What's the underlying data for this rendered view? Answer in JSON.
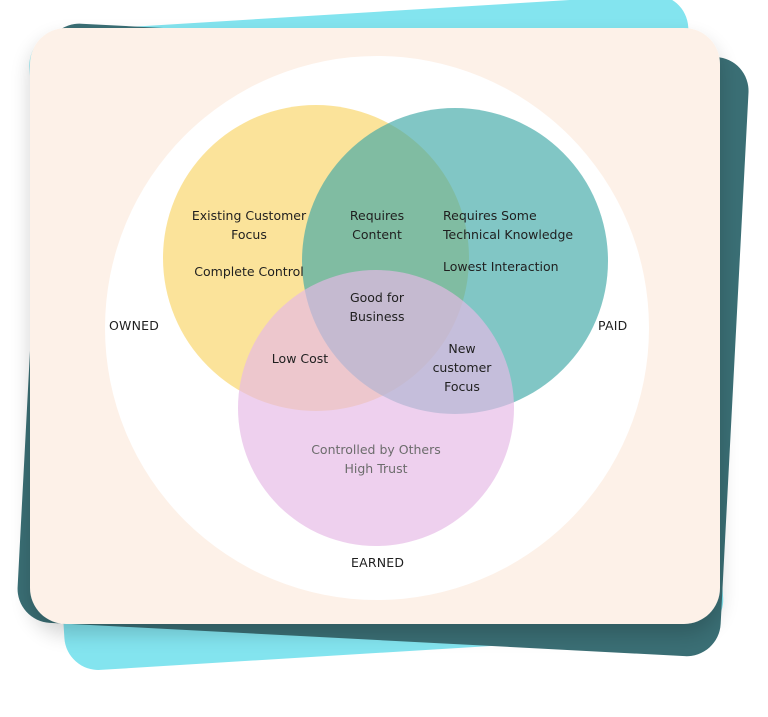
{
  "diagram": {
    "outer_labels": {
      "owned": "OWNED",
      "paid": "PAID",
      "earned": "EARNED"
    },
    "owned_only": {
      "line1": "Existing Customer",
      "line2": "Focus",
      "line3": "Complete Control"
    },
    "owned_paid": {
      "line1": "Requires",
      "line2": "Content"
    },
    "paid_only": {
      "line1": "Requires Some",
      "line2": "Technical Knowledge",
      "line3": "Lowest Interaction"
    },
    "center": {
      "line1": "Good for",
      "line2": "Business"
    },
    "owned_earned": {
      "line1": "Low Cost"
    },
    "paid_earned": {
      "line1": "New",
      "line2": "customer",
      "line3": "Focus"
    },
    "earned_only": {
      "line1": "Controlled by  Others",
      "line2": "High Trust"
    },
    "colors": {
      "owned": "#fbe195",
      "paid": "#3ea8a6",
      "earned": "#e6b9e6",
      "card": "#fdf1e8",
      "back_teal": "#3a6e74",
      "back_cyan": "#83e4ef"
    }
  }
}
